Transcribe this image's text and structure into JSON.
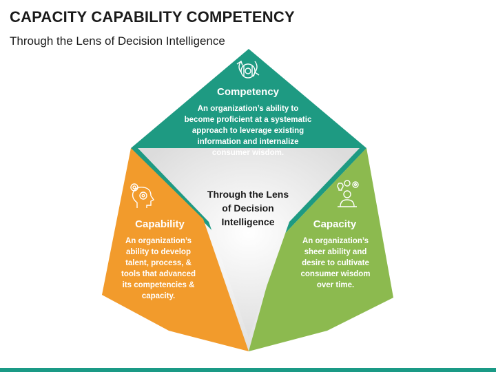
{
  "title": "CAPACITY CAPABILITY COMPETENCY",
  "subtitle": "Through the Lens of Decision Intelligence",
  "center": {
    "lines": [
      "Through the Lens",
      "of Decision",
      "Intelligence"
    ]
  },
  "segments": [
    {
      "heading": "Competency",
      "icon": "brain-gear-icon",
      "color": "#1e9a82",
      "lines": [
        "An organization’s ability to",
        "become proficient at a systematic",
        "approach to leverage existing",
        "information and internalize",
        "consumer wisdom."
      ]
    },
    {
      "heading": "Capability",
      "icon": "head-gear-icon",
      "color": "#f29b2c",
      "lines": [
        "An organization’s",
        "ability to develop",
        "talent, process, &",
        "tools that advanced",
        "its competencies &",
        "capacity."
      ]
    },
    {
      "heading": "Capacity",
      "icon": "person-ideas-icon",
      "color": "#8cba4f",
      "lines": [
        "An organization’s",
        "sheer ability and",
        "desire to cultivate",
        "consumer wisdom",
        "over time."
      ]
    }
  ],
  "colors": {
    "center_bg": "#f2f2f2",
    "bottom_bar": "#1a9a86"
  }
}
